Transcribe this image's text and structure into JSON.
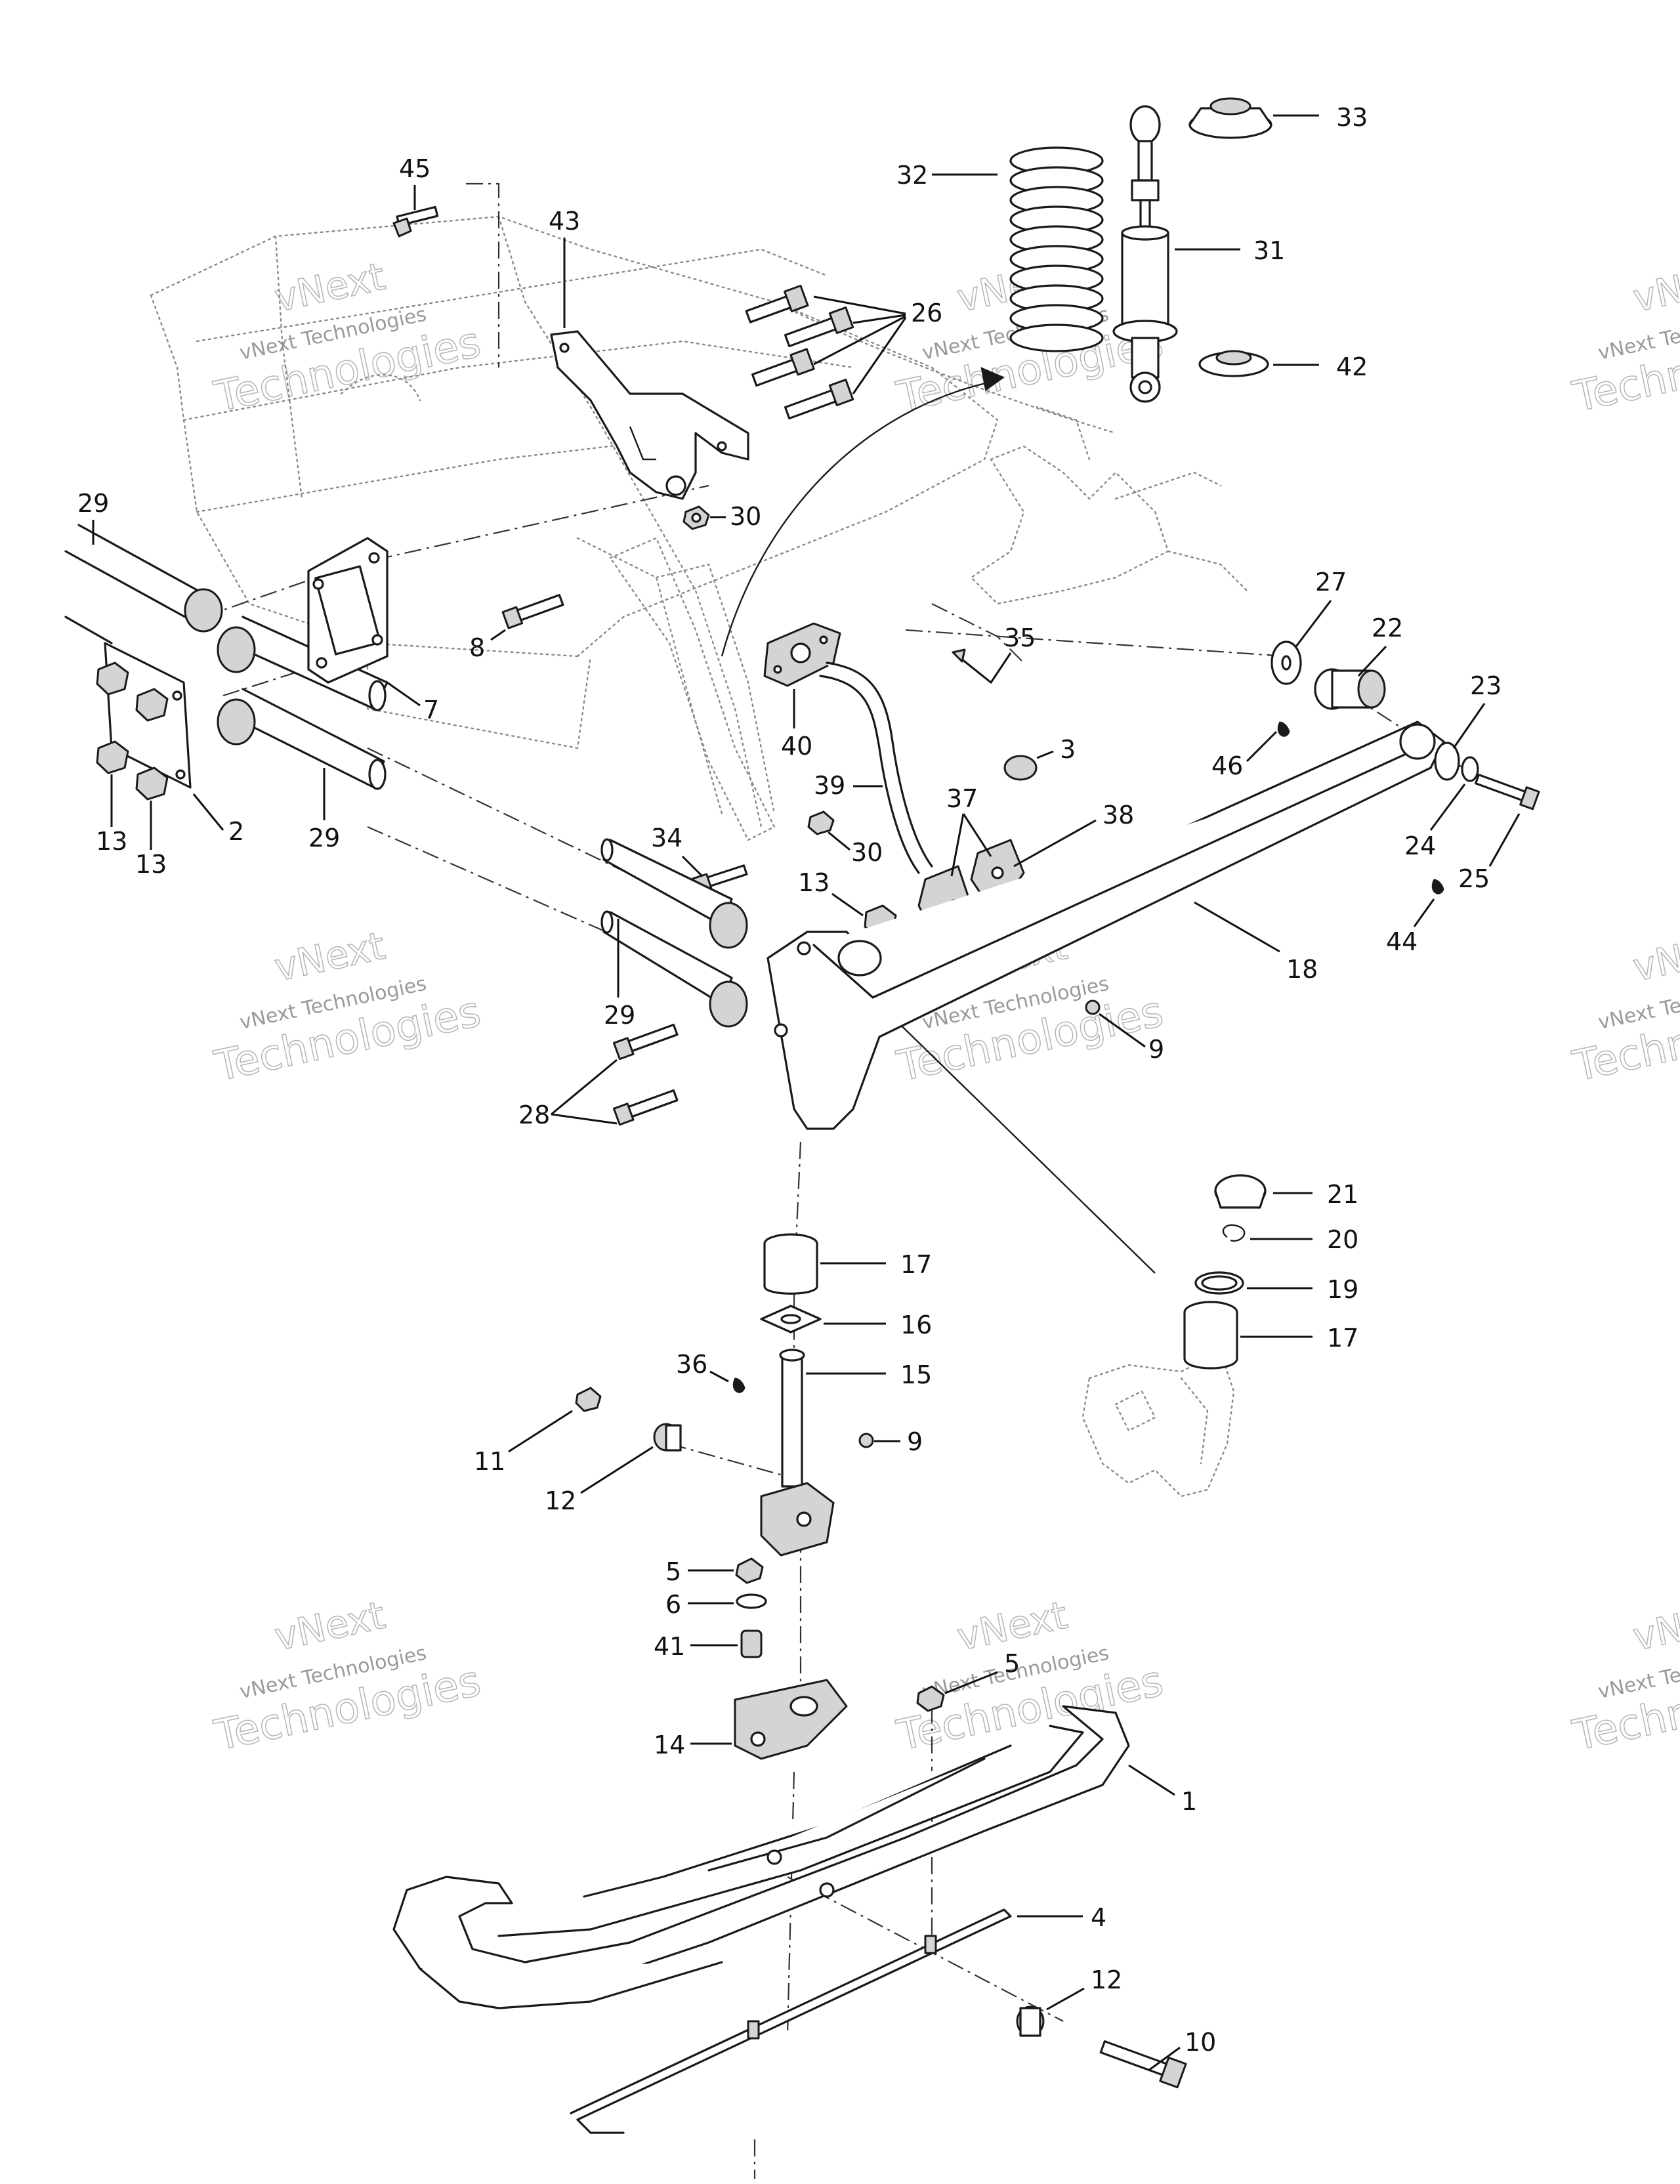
{
  "watermark": {
    "line1": "vNext",
    "line2": "vNext Technologies",
    "line3": "Technologies"
  },
  "callouts": {
    "c1": "1",
    "c2": "2",
    "c3": "3",
    "c4": "4",
    "c5": "5",
    "c5b": "5",
    "c6": "6",
    "c7": "7",
    "c8": "8",
    "c9": "9",
    "c9b": "9",
    "c10": "10",
    "c11": "11",
    "c12": "12",
    "c12b": "12",
    "c13a": "13",
    "c13b": "13",
    "c13c": "13",
    "c14": "14",
    "c15": "15",
    "c16": "16",
    "c17": "17",
    "c17b": "17",
    "c18": "18",
    "c19": "19",
    "c20": "20",
    "c21": "21",
    "c22": "22",
    "c23": "23",
    "c24": "24",
    "c25": "25",
    "c26": "26",
    "c27": "27",
    "c28": "28",
    "c29a": "29",
    "c29b": "29",
    "c29c": "29",
    "c30a": "30",
    "c30b": "30",
    "c31": "31",
    "c32": "32",
    "c33": "33",
    "c34": "34",
    "c35": "35",
    "c36": "36",
    "c37": "37",
    "c38": "38",
    "c39": "39",
    "c40": "40",
    "c41": "41",
    "c42": "42",
    "c43": "43",
    "c44": "44",
    "c45": "45",
    "c46": "46"
  }
}
